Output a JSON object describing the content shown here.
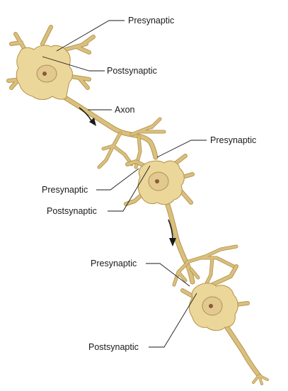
{
  "labels": {
    "presynaptic_1": "Presynaptic",
    "postsynaptic_1": "Postsynaptic",
    "axon": "Axon",
    "presynaptic_2": "Presynaptic",
    "presynaptic_3": "Presynaptic",
    "postsynaptic_2": "Postsynaptic",
    "presynaptic_4": "Presynaptic",
    "postsynaptic_3": "Postsynaptic"
  },
  "colors": {
    "cell_fill": "#ecd79a",
    "cell_outline": "#b8974f",
    "nucleolus": "#8a5a38",
    "label_text": "#1a1a1a"
  }
}
